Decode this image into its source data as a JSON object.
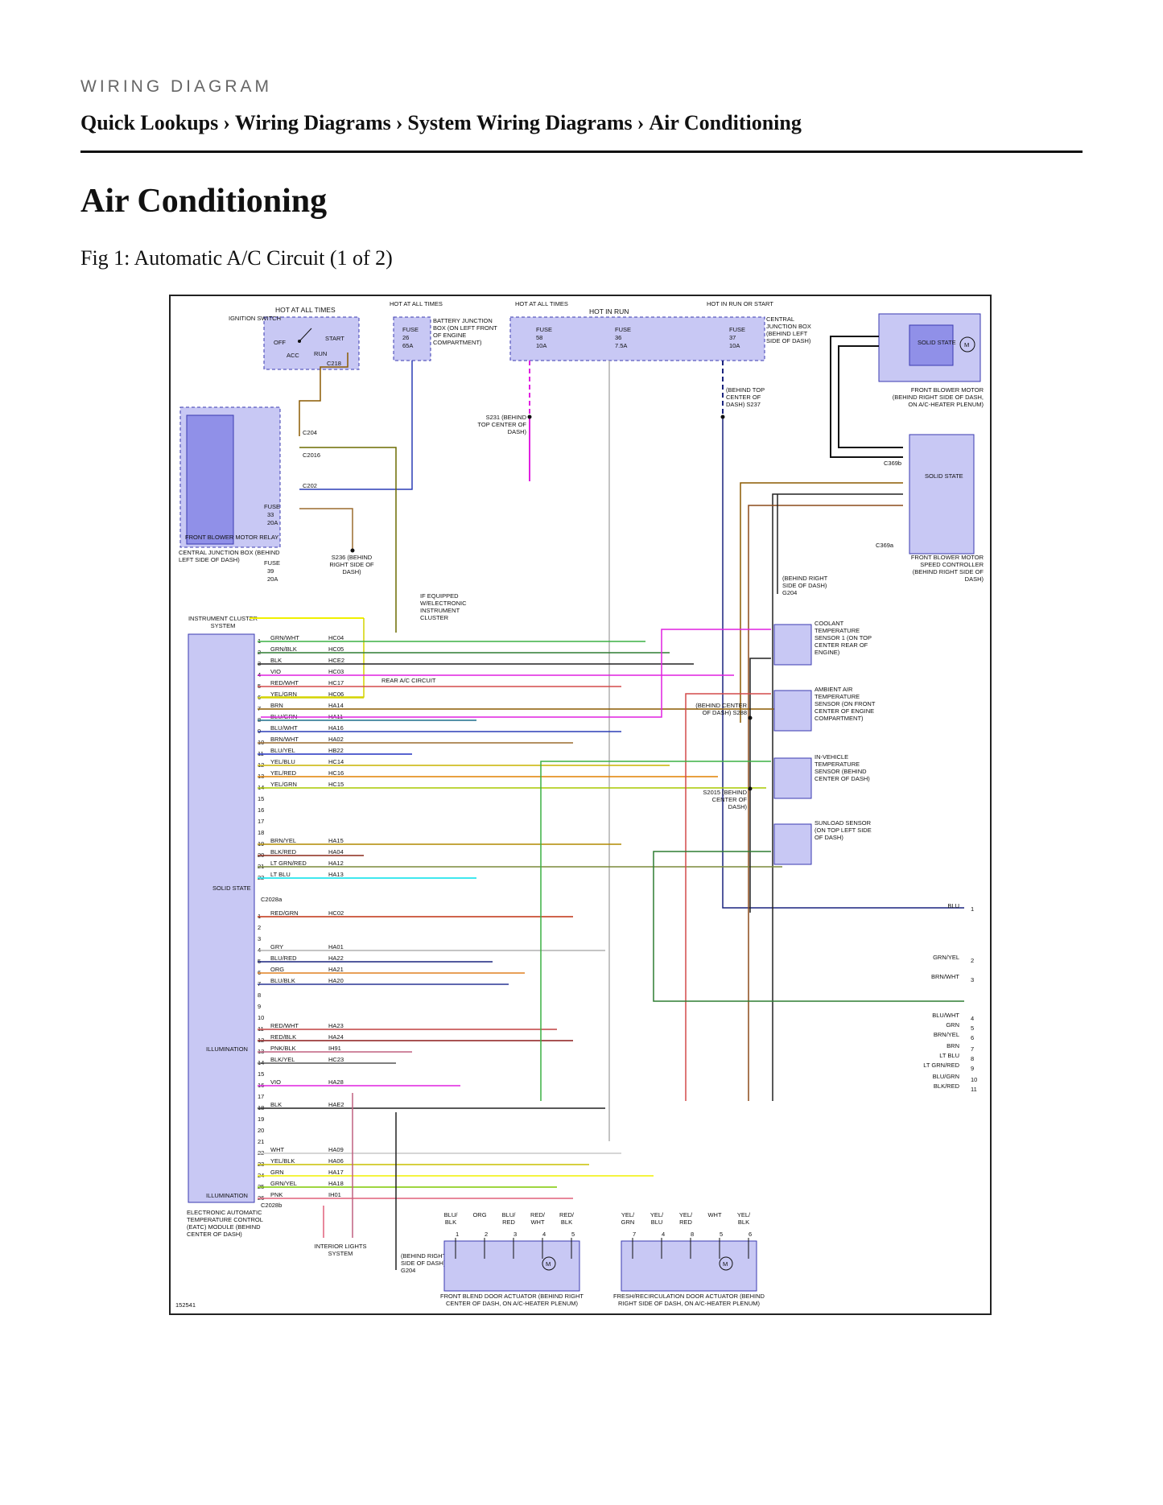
{
  "header": {
    "section_label": "WIRING DIAGRAM",
    "breadcrumb": [
      "Quick Lookups",
      "Wiring Diagrams",
      "System Wiring Diagrams",
      "Air Conditioning"
    ],
    "separator": "›"
  },
  "page": {
    "title": "Air Conditioning",
    "figure_caption": "Fig 1: Automatic A/C Circuit (1 of 2)"
  },
  "diagram": {
    "figure_id": "152541",
    "top_labels": {
      "hot_at_all_times_1": "HOT AT ALL TIMES",
      "hot_at_all_times_2": "HOT AT ALL TIMES",
      "hot_at_all_times_3": "HOT AT ALL TIMES",
      "hot_in_run": "HOT IN RUN",
      "hot_in_run_or_start": "HOT IN RUN OR START"
    },
    "components": {
      "ignition_switch": "IGNITION SWITCH",
      "ign_off": "OFF",
      "ign_start": "START",
      "ign_acc": "ACC",
      "ign_run": "RUN",
      "battery_junction_box": "BATTERY JUNCTION BOX (ON LEFT FRONT OF ENGINE COMPARTMENT)",
      "central_junction_box_top": "CENTRAL JUNCTION BOX (BEHIND LEFT SIDE OF DASH)",
      "front_blower_motor": "FRONT BLOWER MOTOR (BEHIND RIGHT SIDE OF DASH, ON A/C-HEATER PLENUM)",
      "solid_state": "SOLID STATE",
      "motor_symbol": "M",
      "front_blower_motor_relay": "FRONT BLOWER MOTOR RELAY",
      "central_junction_box_bottom": "CENTRAL JUNCTION BOX (BEHIND LEFT SIDE OF DASH)",
      "front_blower_motor_speed_controller": "FRONT BLOWER MOTOR SPEED CONTROLLER (BEHIND RIGHT SIDE OF DASH)",
      "instrument_cluster_system": "INSTRUMENT CLUSTER SYSTEM",
      "if_equipped": "IF EQUIPPED W/ELECTRONIC INSTRUMENT CLUSTER",
      "rear_ac_circuit": "REAR A/C CIRCUIT",
      "eatc_module": "ELECTRONIC AUTOMATIC TEMPERATURE CONTROL (EATC) MODULE (BEHIND CENTER OF DASH)",
      "illumination": "ILLUMINATION",
      "interior_lights_system": "INTERIOR LIGHTS SYSTEM",
      "coolant_temp_sensor": "COOLANT TEMPERATURE SENSOR 1 (ON TOP CENTER REAR OF ENGINE)",
      "ambient_air_temp_sensor": "AMBIENT AIR TEMPERATURE SENSOR (ON FRONT CENTER OF ENGINE COMPARTMENT)",
      "in_vehicle_temp_sensor": "IN-VEHICLE TEMPERATURE SENSOR (BEHIND CENTER OF DASH)",
      "sunload_sensor": "SUNLOAD SENSOR (ON TOP LEFT SIDE OF DASH)",
      "front_blend_door_actuator": "FRONT BLEND DOOR ACTUATOR (BEHIND RIGHT CENTER OF DASH, ON A/C-HEATER PLENUM)",
      "fresh_recirc_door_actuator": "FRESH/RECIRCULATION DOOR ACTUATOR (BEHIND RIGHT SIDE OF DASH, ON A/C-HEATER PLENUM)"
    },
    "fuses": [
      {
        "name": "FUSE",
        "number": "26",
        "rating": "65A"
      },
      {
        "name": "FUSE",
        "number": "58",
        "rating": "10A"
      },
      {
        "name": "FUSE",
        "number": "36",
        "rating": "7.5A"
      },
      {
        "name": "FUSE",
        "number": "37",
        "rating": "10A"
      },
      {
        "name": "FUSE",
        "number": "33",
        "rating": "20A"
      },
      {
        "name": "FUSE",
        "number": "39",
        "rating": "20A"
      }
    ],
    "connectors": [
      "C218",
      "C204",
      "C2016",
      "C202",
      "C369b",
      "C369a",
      "C2028a",
      "C2028b"
    ],
    "splices": {
      "s231": "S231 (BEHIND TOP CENTER OF DASH)",
      "s237": "(BEHIND TOP CENTER OF DASH) S237",
      "s236": "S236 (BEHIND RIGHT SIDE OF DASH)",
      "s288": "(BEHIND CENTER OF DASH) S288",
      "s2015": "S2015 (BEHIND CENTER OF DASH)",
      "g204_upper": "(BEHIND RIGHT SIDE OF DASH) G204",
      "g204_lower": "(BEHIND RIGHT SIDE OF DASH) G204"
    },
    "connector_a_pins": [
      {
        "pin": "1",
        "color": "GRN/WHT",
        "circuit": "HC04",
        "hex": "#3cb043"
      },
      {
        "pin": "2",
        "color": "GRN/BLK",
        "circuit": "HC05",
        "hex": "#2e7d32"
      },
      {
        "pin": "3",
        "color": "BLK",
        "circuit": "HCE2",
        "hex": "#222222"
      },
      {
        "pin": "4",
        "color": "VIO",
        "circuit": "HC03",
        "hex": "#e020e0"
      },
      {
        "pin": "5",
        "color": "RED/WHT",
        "circuit": "HC17",
        "hex": "#d44a4a"
      },
      {
        "pin": "6",
        "color": "YEL/GRN",
        "circuit": "HC06",
        "hex": "#d4d400"
      },
      {
        "pin": "7",
        "color": "BRN",
        "circuit": "HA14",
        "hex": "#8b5a00"
      },
      {
        "pin": "8",
        "color": "BLU/GRN",
        "circuit": "HA11",
        "hex": "#1f6f8b"
      },
      {
        "pin": "9",
        "color": "BLU/WHT",
        "circuit": "HA16",
        "hex": "#2b3db5"
      },
      {
        "pin": "10",
        "color": "BRN/WHT",
        "circuit": "HA02",
        "hex": "#9c6b2f"
      },
      {
        "pin": "11",
        "color": "BLU/YEL",
        "circuit": "HB22",
        "hex": "#2030c0"
      },
      {
        "pin": "12",
        "color": "YEL/BLU",
        "circuit": "HC14",
        "hex": "#c8b400"
      },
      {
        "pin": "13",
        "color": "YEL/RED",
        "circuit": "HC16",
        "hex": "#e08000"
      },
      {
        "pin": "14",
        "color": "YEL/GRN",
        "circuit": "HC15",
        "hex": "#a8c800"
      },
      {
        "pin": "15",
        "color": "",
        "circuit": ""
      },
      {
        "pin": "16",
        "color": "",
        "circuit": ""
      },
      {
        "pin": "17",
        "color": "",
        "circuit": ""
      },
      {
        "pin": "18",
        "color": "",
        "circuit": ""
      },
      {
        "pin": "19",
        "color": "BRN/YEL",
        "circuit": "HA15",
        "hex": "#b08a00"
      },
      {
        "pin": "20",
        "color": "BLK/RED",
        "circuit": "HA04",
        "hex": "#8b2a1a"
      },
      {
        "pin": "21",
        "color": "LT GRN/RED",
        "circuit": "HA12",
        "hex": "#7a8a3a"
      },
      {
        "pin": "22",
        "color": "LT BLU",
        "circuit": "HA13",
        "hex": "#00e0e8"
      }
    ],
    "connector_b_pins": [
      {
        "pin": "1",
        "color": "RED/GRN",
        "circuit": "HC02",
        "hex": "#c03010"
      },
      {
        "pin": "2",
        "color": "",
        "circuit": ""
      },
      {
        "pin": "3",
        "color": "",
        "circuit": ""
      },
      {
        "pin": "4",
        "color": "GRY",
        "circuit": "HA01",
        "hex": "#b0b0b0"
      },
      {
        "pin": "5",
        "color": "BLU/RED",
        "circuit": "HA22",
        "hex": "#1a237e"
      },
      {
        "pin": "6",
        "color": "ORG",
        "circuit": "HA21",
        "hex": "#e08020"
      },
      {
        "pin": "7",
        "color": "BLU/BLK",
        "circuit": "HA20",
        "hex": "#283593"
      },
      {
        "pin": "8",
        "color": "",
        "circuit": ""
      },
      {
        "pin": "9",
        "color": "",
        "circuit": ""
      },
      {
        "pin": "10",
        "color": "",
        "circuit": ""
      },
      {
        "pin": "11",
        "color": "RED/WHT",
        "circuit": "HA23",
        "hex": "#c04040"
      },
      {
        "pin": "12",
        "color": "RED/BLK",
        "circuit": "HA24",
        "hex": "#8b1a1a"
      },
      {
        "pin": "13",
        "color": "PNK/BLK",
        "circuit": "IH91",
        "hex": "#c06080"
      },
      {
        "pin": "14",
        "color": "BLK/YEL",
        "circuit": "HC23",
        "hex": "#555555"
      },
      {
        "pin": "15",
        "color": "",
        "circuit": ""
      },
      {
        "pin": "16",
        "color": "VIO",
        "circuit": "HA28",
        "hex": "#e020e0"
      },
      {
        "pin": "17",
        "color": "",
        "circuit": ""
      },
      {
        "pin": "18",
        "color": "BLK",
        "circuit": "HAE2",
        "hex": "#222222"
      },
      {
        "pin": "19",
        "color": "",
        "circuit": ""
      },
      {
        "pin": "20",
        "color": "",
        "circuit": ""
      },
      {
        "pin": "21",
        "color": "",
        "circuit": ""
      },
      {
        "pin": "22",
        "color": "WHT",
        "circuit": "HA09",
        "hex": "#c8c8c8"
      },
      {
        "pin": "23",
        "color": "YEL/BLK",
        "circuit": "HA06",
        "hex": "#c8c000"
      },
      {
        "pin": "24",
        "color": "GRN",
        "circuit": "HA17",
        "hex": "#f0f000"
      },
      {
        "pin": "25",
        "color": "GRN/YEL",
        "circuit": "HA18",
        "hex": "#7ec800"
      },
      {
        "pin": "26",
        "color": "PNK",
        "circuit": "IH01",
        "hex": "#e0607a"
      }
    ],
    "right_outputs": [
      {
        "label": "BLU",
        "num": "1"
      },
      {
        "label": "GRN/YEL",
        "num": "2"
      },
      {
        "label": "BRN/WHT",
        "num": "3"
      },
      {
        "label": "BLU/WHT",
        "num": "4"
      },
      {
        "label": "GRN",
        "num": "5"
      },
      {
        "label": "BRN/YEL",
        "num": "6"
      },
      {
        "label": "BRN",
        "num": "7"
      },
      {
        "label": "LT BLU",
        "num": "8"
      },
      {
        "label": "LT GRN/RED",
        "num": "9"
      },
      {
        "label": "BLU/GRN",
        "num": "10"
      },
      {
        "label": "BLK/RED",
        "num": "11"
      }
    ],
    "actuator_front_pins": [
      {
        "wire": "BLU/ BLK",
        "num": "1"
      },
      {
        "wire": "ORG",
        "num": "2"
      },
      {
        "wire": "BLU/ RED",
        "num": "3"
      },
      {
        "wire": "RED/ WHT",
        "num": "4"
      },
      {
        "wire": "RED/ BLK",
        "num": "5"
      }
    ],
    "actuator_fresh_pins": [
      {
        "wire": "YEL/ GRN",
        "num": "7"
      },
      {
        "wire": "YEL/ BLU",
        "num": "4"
      },
      {
        "wire": "YEL/ RED",
        "num": "8"
      },
      {
        "wire": "WHT",
        "num": "5"
      },
      {
        "wire": "YEL/ BLK",
        "num": "6"
      }
    ]
  }
}
